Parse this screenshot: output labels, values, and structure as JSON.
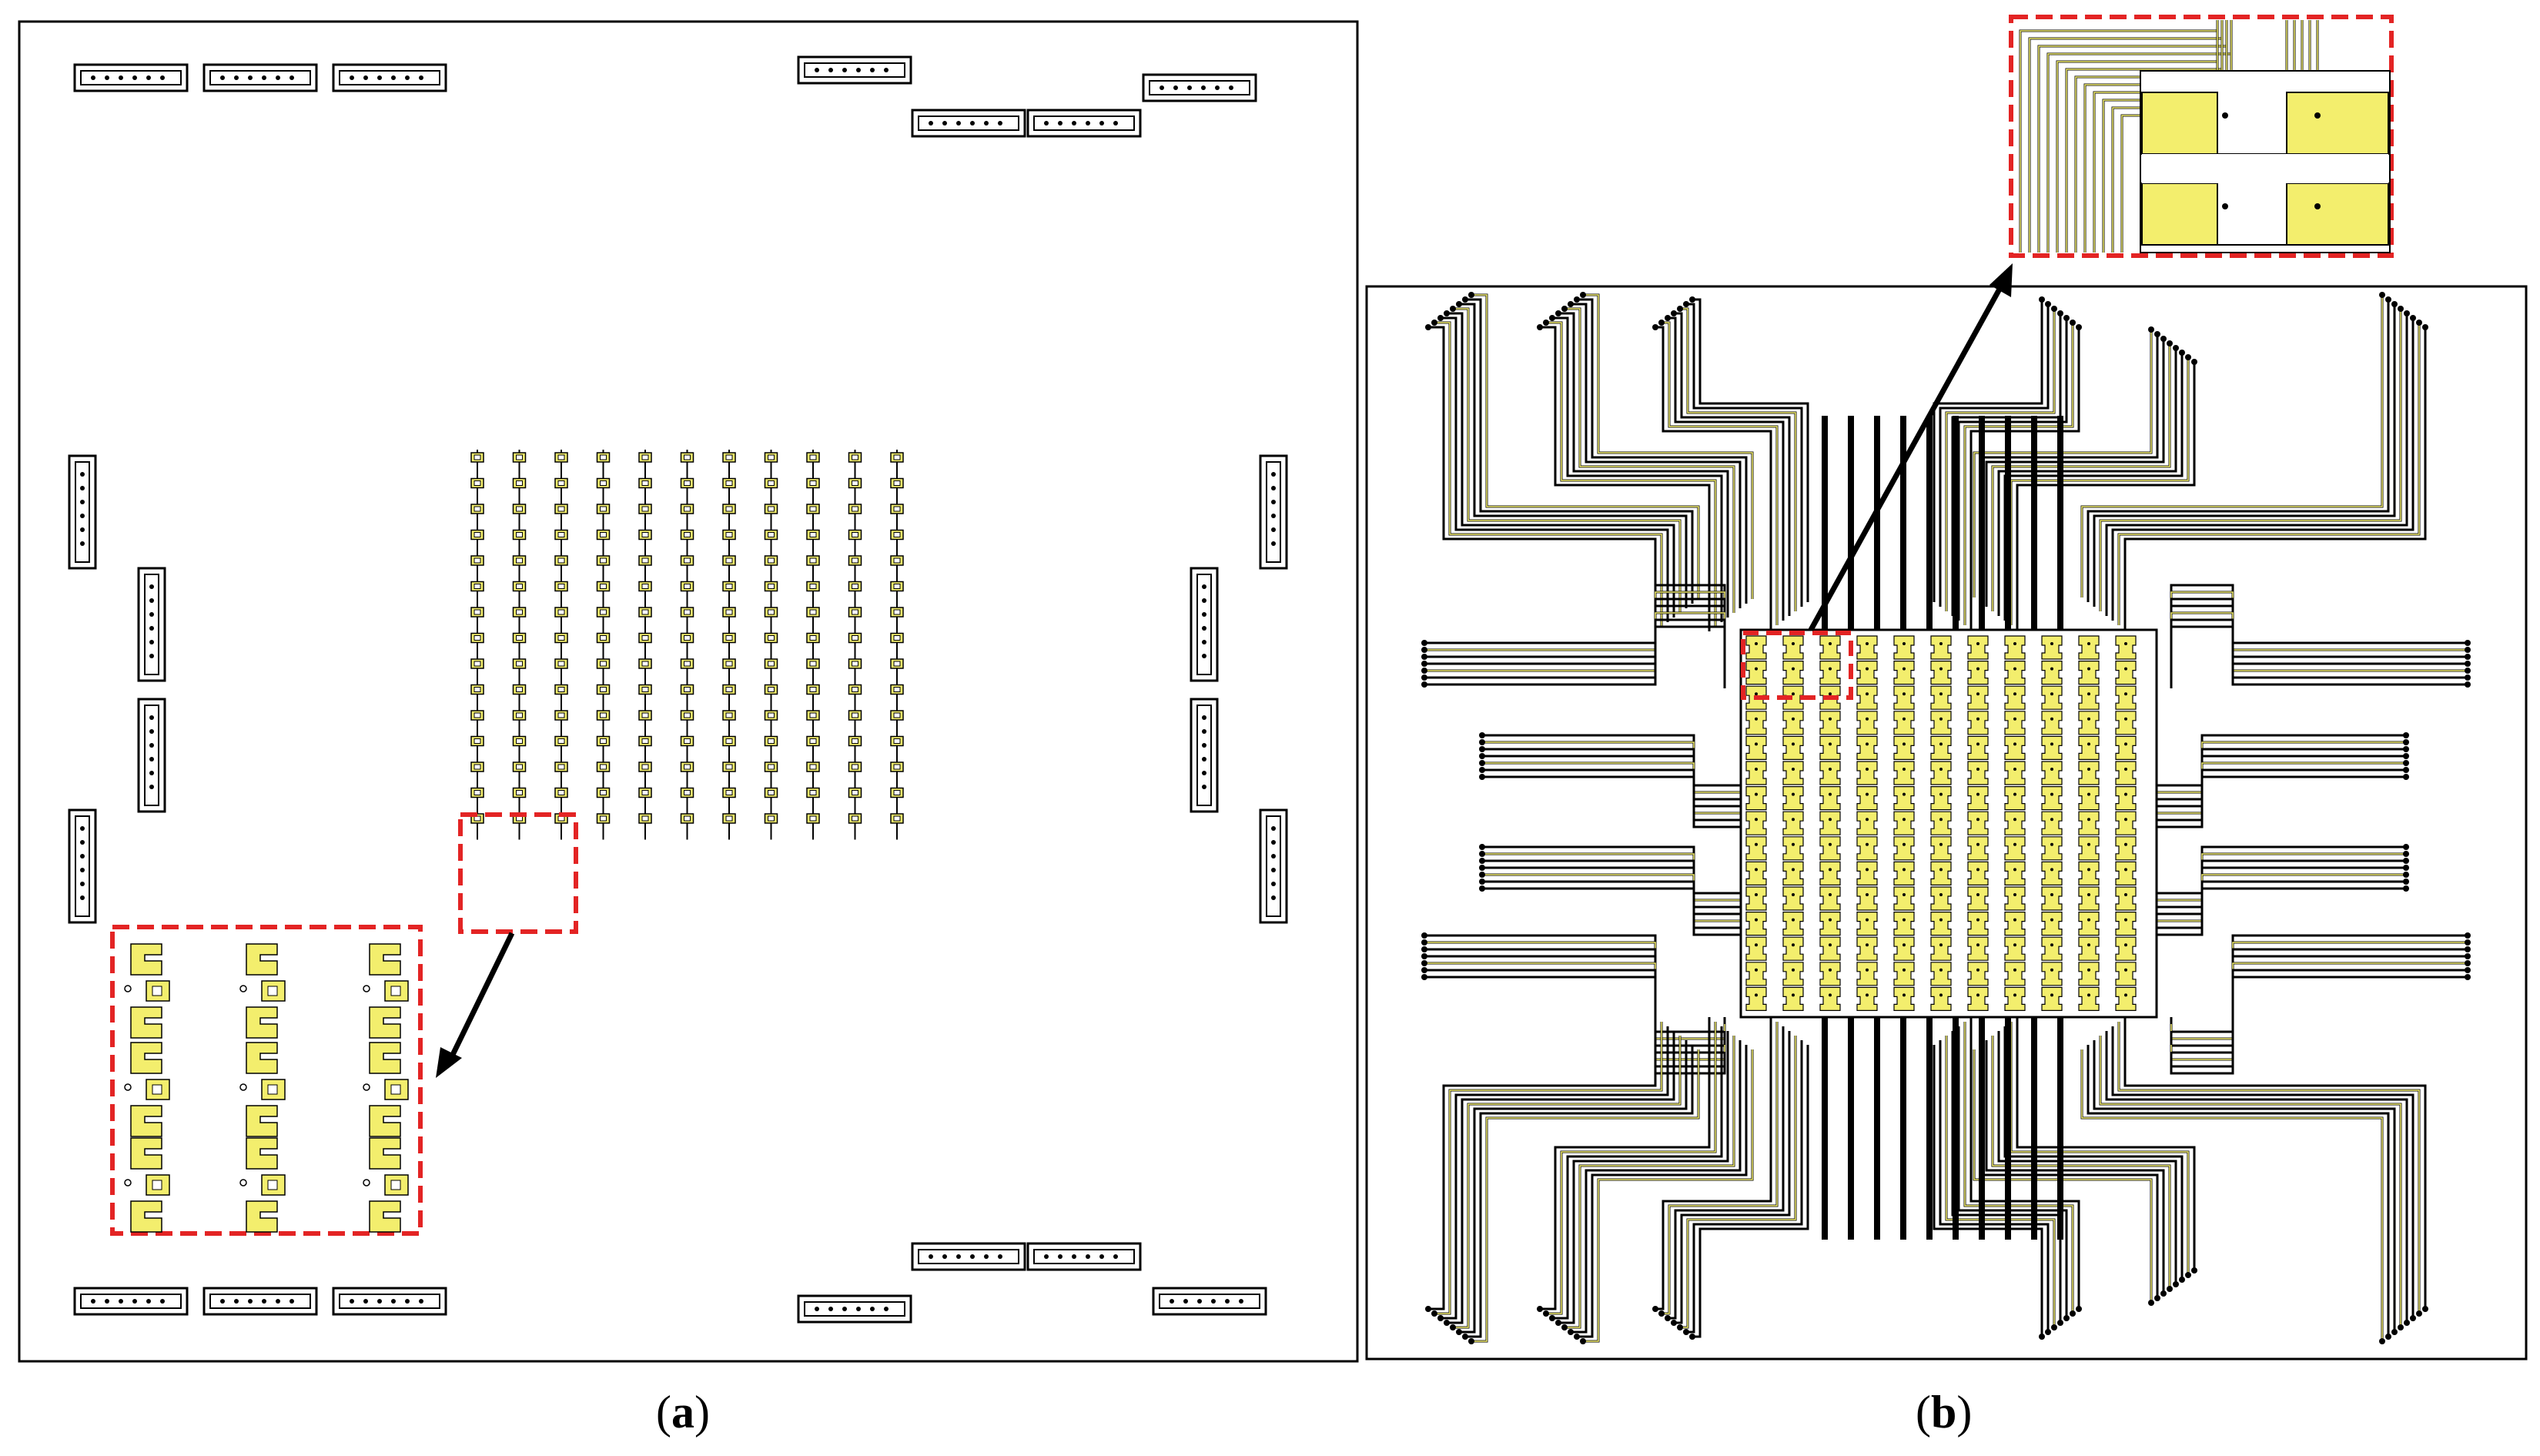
{
  "panels": {
    "a": {
      "label": "a"
    },
    "b": {
      "label": "b"
    }
  },
  "colors": {
    "pad": "#f3ee6d",
    "highlight": "#e32424",
    "outline": "#000000",
    "connector": "#ffffff",
    "trace": "#000000"
  },
  "sensor_array": {
    "rows": 15,
    "cols": 11
  }
}
